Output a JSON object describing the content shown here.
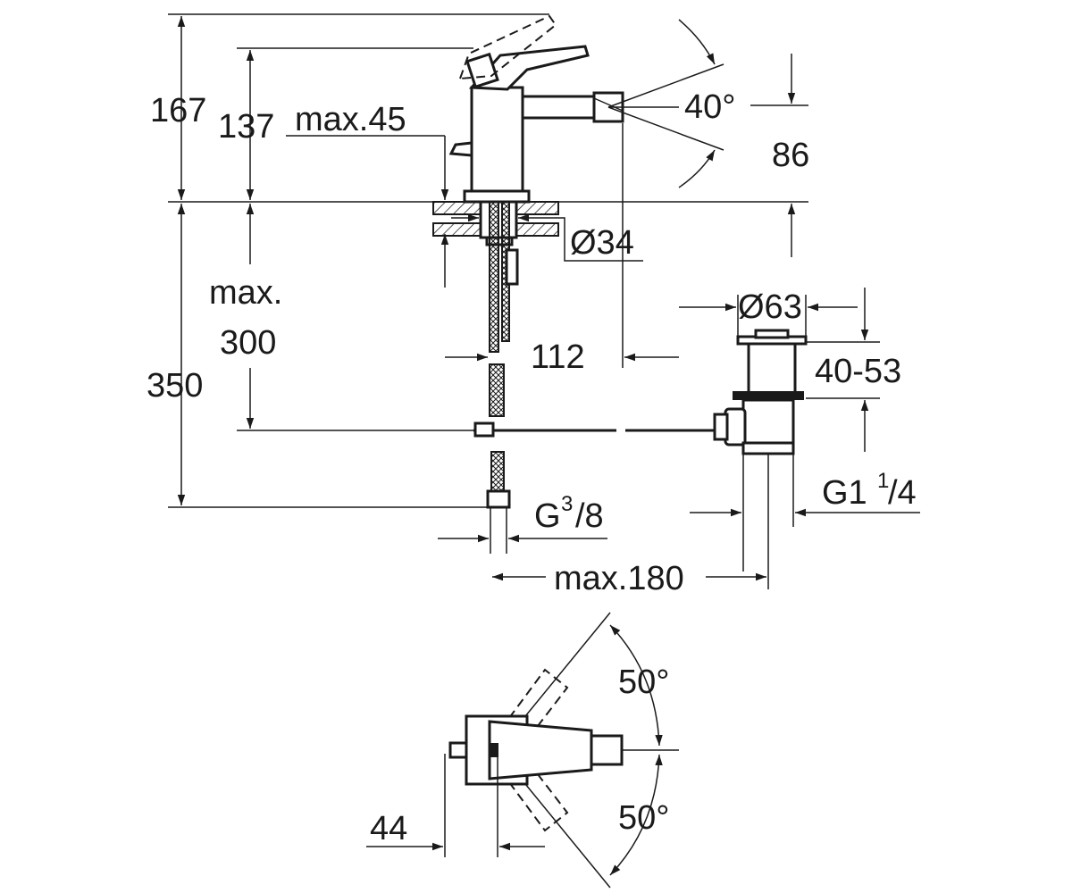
{
  "diagram": {
    "elevation_labels": {
      "total_height": "167",
      "lever_height": "137",
      "max_deck_thickness": "max.45",
      "tilt_angle": "40°",
      "spout_height": "86",
      "base_diameter": "Ø34",
      "max_label": "max.",
      "max_hose_value": "300",
      "below_deck_depth": "350",
      "spout_offset": "112",
      "waste_diameter": "Ø63",
      "waste_range": "40-53",
      "waste_thread_main": "G1",
      "waste_thread_num": "1",
      "waste_thread_den": "/4",
      "supply_thread_main": "G",
      "supply_thread_num": "3",
      "supply_thread_den": "/8",
      "max_reach": "max.180"
    },
    "plan_labels": {
      "swivel_angle_upper": "50°",
      "swivel_angle_lower": "50°",
      "handle_offset": "44"
    }
  }
}
